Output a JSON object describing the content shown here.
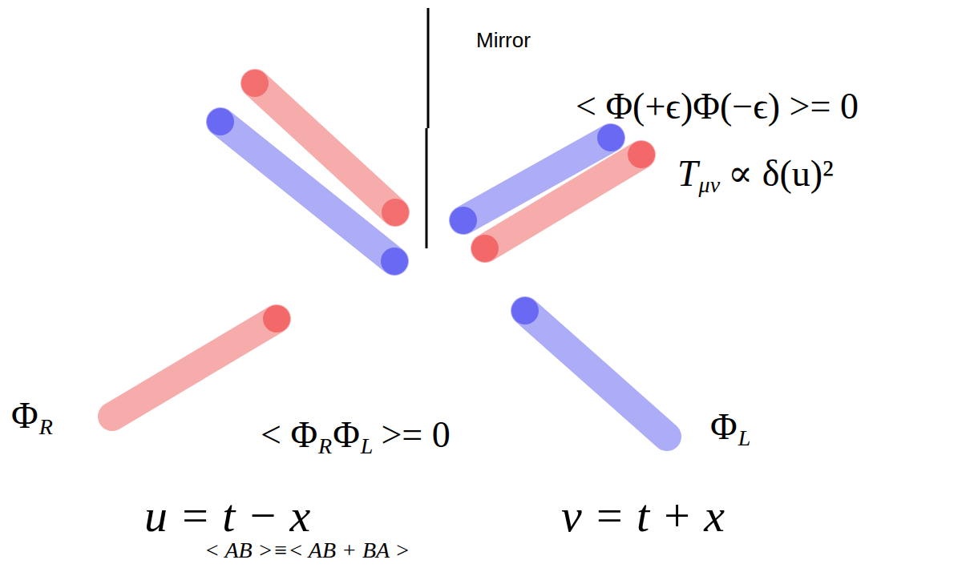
{
  "diagram": {
    "labels": [
      "Mirror",
      "< Φ(+ϵ)Φ(−ϵ) >= 0",
      "T",
      "μν",
      "∝ δ(u)²",
      "Φ",
      "R",
      "< Φ",
      "R",
      "Φ",
      "L",
      ">= 0",
      "Φ",
      "L",
      "u = t − x",
      "v = t + x",
      "< AB >≡< AB + BA >"
    ]
  }
}
